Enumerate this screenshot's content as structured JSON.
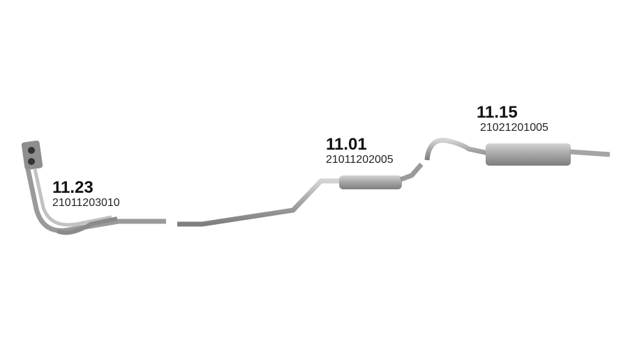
{
  "parts": [
    {
      "number": "11.23",
      "code": "21011203010"
    },
    {
      "number": "11.01",
      "code": "21011202005"
    },
    {
      "number": "11.15",
      "code": "21021201005"
    }
  ],
  "colors": {
    "pipe": "#a9a9a9",
    "pipe_dark": "#7d7d7d",
    "text": "#111111"
  }
}
